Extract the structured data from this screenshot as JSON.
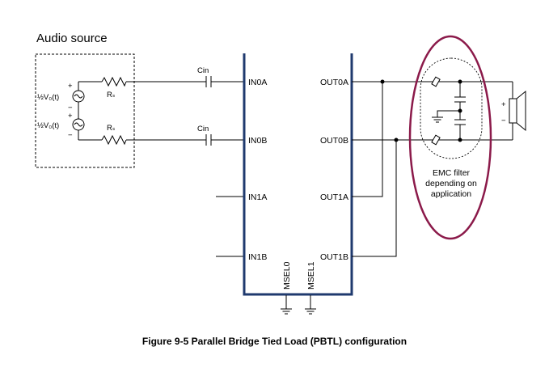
{
  "audio_source": {
    "label": "Audio source"
  },
  "sources": {
    "top": {
      "voltage_label": "½V₀(t)",
      "resistor_label": "Rₛ",
      "plus": "+",
      "minus": "−"
    },
    "bottom": {
      "voltage_label": "½V₀(t)",
      "resistor_label": "Rₛ",
      "plus": "+",
      "minus": "−"
    }
  },
  "capacitors": {
    "top_label": "Cin",
    "bottom_label": "Cin"
  },
  "chip_pins": {
    "inputs": [
      "IN0A",
      "IN0B",
      "IN1A",
      "IN1B"
    ],
    "outputs": [
      "OUT0A",
      "OUT0B",
      "OUT1A",
      "OUT1B"
    ],
    "bottom": [
      "MSEL0",
      "MSEL1"
    ]
  },
  "emc": {
    "line1": "EMC filter",
    "line2": "depending on",
    "line3": "application"
  },
  "speaker": {
    "plus": "+",
    "minus": "−"
  },
  "caption": "Figure 9-5 Parallel Bridge Tied Load (PBTL) configuration",
  "colors": {
    "chip_outline": "#1f3a6e",
    "highlight_ellipse": "#8b1a4a"
  }
}
